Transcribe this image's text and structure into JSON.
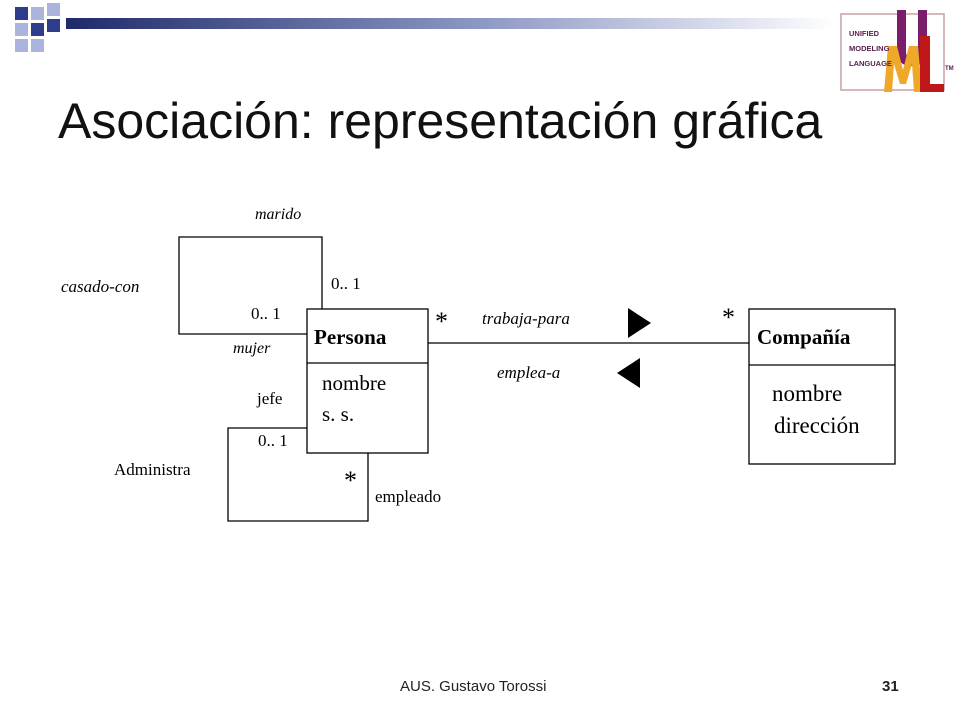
{
  "slide": {
    "title": "Asociación: representación gráfica",
    "footer_author": "AUS. Gustavo Torossi",
    "page_number": "31"
  },
  "logo": {
    "line1": "UNIFIED",
    "line2": "MODELING",
    "line3": "LANGUAGE",
    "mark": "UML",
    "tm": "TM",
    "colors": {
      "frame": "#c08080",
      "letter_u": "#7a1e6c",
      "letter_m": "#f0a828",
      "letter_l": "#c01818",
      "text": "#5a2050"
    }
  },
  "diagram": {
    "classes": {
      "persona": {
        "name": "Persona",
        "attributes": [
          "nombre",
          "s. s."
        ]
      },
      "compania": {
        "name": "Compañía",
        "attributes": [
          "nombre",
          "dirección"
        ]
      }
    },
    "associations": {
      "casado_con": {
        "name": "casado-con",
        "role_top": "marido",
        "role_bottom": "mujer",
        "mult_top": "0.. 1",
        "mult_bottom": "0.. 1"
      },
      "trabaja_para": {
        "name_forward": "trabaja-para",
        "name_backward": "emplea-a",
        "mult_persona": "*",
        "mult_compania": "*"
      },
      "administra": {
        "name": "Administra",
        "role_top": "jefe",
        "role_bottom": "empleado",
        "mult_top": "0.. 1",
        "mult_bottom": "*"
      }
    }
  },
  "colors": {
    "header_gradient_start": "#1f2a6a",
    "header_gradient_end": "#ffffff",
    "square_blue": "#2e3c8c",
    "square_light": "#aab4dc",
    "lines": "#000000"
  }
}
